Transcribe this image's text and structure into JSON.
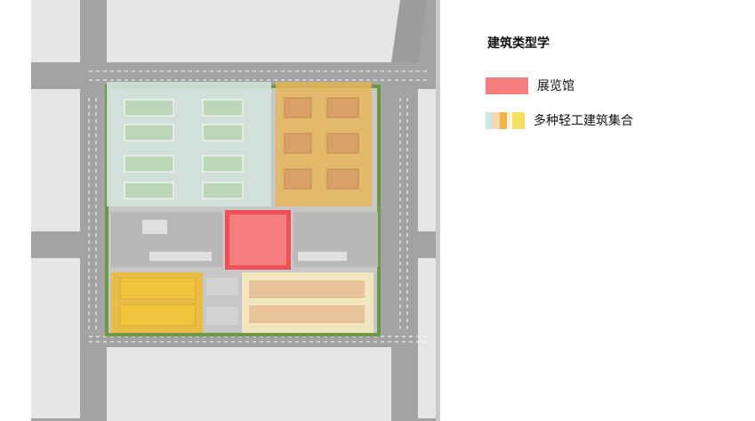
{
  "legend": {
    "title": "建筑类型学",
    "items": [
      {
        "label": "展览馆",
        "color": "#f47d7d",
        "icon": "solid-swatch"
      },
      {
        "label": "多种轻工建筑集合",
        "colors": [
          "#cfe3ea",
          "#f7d8a8",
          "#f1b44a",
          "#fbe49a",
          "#f6e05f"
        ],
        "icon": "multicolor-swatch"
      }
    ]
  },
  "map": {
    "zones": [
      {
        "name": "exhibition-hall",
        "color": "#f24a4f"
      },
      {
        "name": "light-industry-west",
        "color": "#cfe3da"
      },
      {
        "name": "light-industry-east",
        "color": "#e6b55b"
      },
      {
        "name": "light-industry-southwest",
        "color": "#e9bd45"
      },
      {
        "name": "light-industry-southeast",
        "color": "#f1e6bf"
      }
    ],
    "colors": {
      "road": "#9a9a9a",
      "block": "#e6e6e6",
      "green": "#5f8e3b",
      "path": "#bdbdbd"
    }
  }
}
